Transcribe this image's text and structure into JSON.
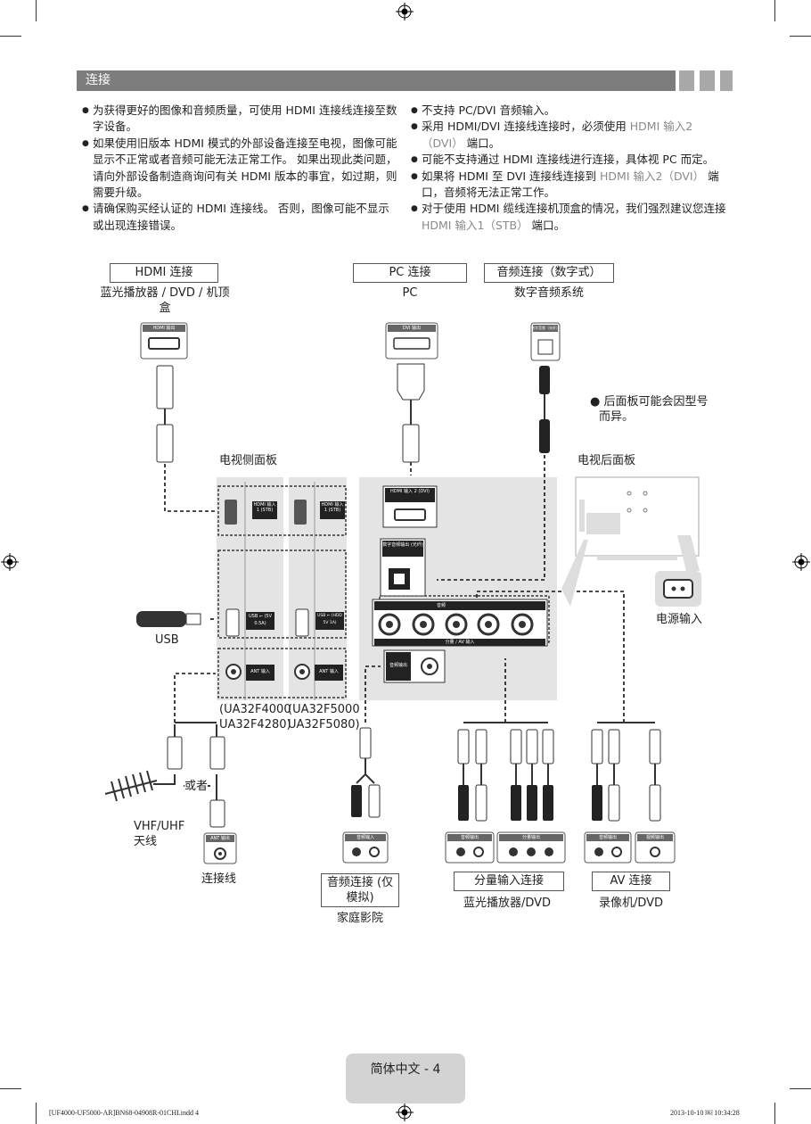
{
  "header": {
    "title": "连接"
  },
  "left_bullets": [
    "为获得更好的图像和音频质量，可使用 HDMI 连接线连接至数字设备。",
    "如果使用旧版本 HDMI 模式的外部设备连接至电视，图像可能显示不正常或者音频可能无法正常工作。 如果出现此类问题，请向外部设备制造商询问有关 HDMI 版本的事宜，如过期，则需要升级。",
    "请确保购买经认证的 HDMI 连接线。 否则，图像可能不显示或出现连接错误。"
  ],
  "right_bullets": [
    {
      "pre": "不支持 PC/DVI 音频输入。",
      "grey": "",
      "post": ""
    },
    {
      "pre": "采用 HDMI/DVI 连接线连接时，必须使用 ",
      "grey": "HDMI 输入2（DVI）",
      "post": " 端口。"
    },
    {
      "pre": "可能不支持通过 HDMI 连接线进行连接，具体视 PC 而定。",
      "grey": "",
      "post": ""
    },
    {
      "pre": "如果将 HDMI 至 DVI 连接线连接到 ",
      "grey": "HDMI 输入2（DVI）",
      "post": " 端口，音频将无法正常工作。"
    },
    {
      "pre": "对于使用 HDMI 缆线连接机顶盒的情况，我们强烈建议您连接 ",
      "grey": "HDMI 输入1（STB）",
      "post": " 端口。"
    }
  ],
  "diagram": {
    "hdmi_title": "HDMI 连接",
    "hdmi_device": "蓝光播放器 / DVD / 机顶盒",
    "hdmi_out": "HDMI 输出",
    "pc_title": "PC 连接",
    "pc_device": "PC",
    "dvi_out": "DVI 输出",
    "audio_digital_title": "音频连接（数字式）",
    "audio_digital_device": "数字音频系统",
    "digital_audio_out": "数字音频（光纤）",
    "rear_note": "后面板可能会因型号而异。",
    "side_panel": "电视侧面板",
    "rear_panel": "电视后面板",
    "hdmi_in1": "HDMI 输入 1 (STB)",
    "hdmi_in2": "HDMI 输入 2 (DVI)",
    "digital_audio_out_optical": "数字音频输出 (光纤)",
    "usb_a": "USB ⭠ (5V 0.5A)",
    "usb_b": "USB ⭠ (HDD 5V 1A)",
    "usb": "USB",
    "ant_in": "ANT 输入",
    "model_a": "(UA32F4000 UA32F4280)",
    "model_b": "(UA32F5000 UA32F5080)",
    "audio_row": "音频",
    "component_av_in": "分量 / AV 输入",
    "audio_out": "音频输出",
    "power_in": "电源输入",
    "or": "或者",
    "vhf": "VHF/UHF 天线",
    "ant_out": "ANT 输出",
    "cable": "连接线",
    "audio_analog_title": "音频连接 (仅模拟)",
    "home_theater": "家庭影院",
    "component_title": "分量输入连接",
    "component_device": "蓝光播放器/DVD",
    "av_title": "AV 连接",
    "av_device": "录像机/DVD",
    "dev_audio_in": "音频输入",
    "dev_audio_out": "音频输出",
    "dev_component_out": "分量输出",
    "dev_video_out": "视频输出"
  },
  "footer": {
    "page_label": "简体中文 - 4",
    "file": "[UF4000-UF5000-AR]BN68-04908R-01CHI.indd   4",
    "date": "2013-10-10   ￼ 10:34:28"
  }
}
